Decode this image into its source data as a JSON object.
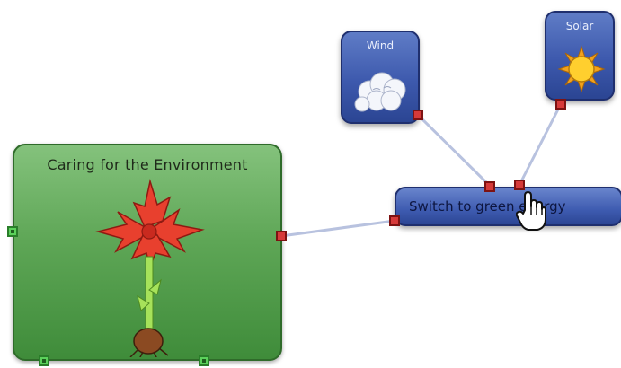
{
  "main_topic": {
    "title": "Caring for the Environment"
  },
  "wind_topic": {
    "title": "Wind"
  },
  "solar_topic": {
    "title": "Solar"
  },
  "switch_topic": {
    "label": "Switch to green energy"
  },
  "colors": {
    "main_fill": "#5ea656",
    "card_fill": "#3d59ad",
    "handle_red": "#d63a3a",
    "handle_green": "#5bd15b",
    "link": "#b8c2df"
  }
}
